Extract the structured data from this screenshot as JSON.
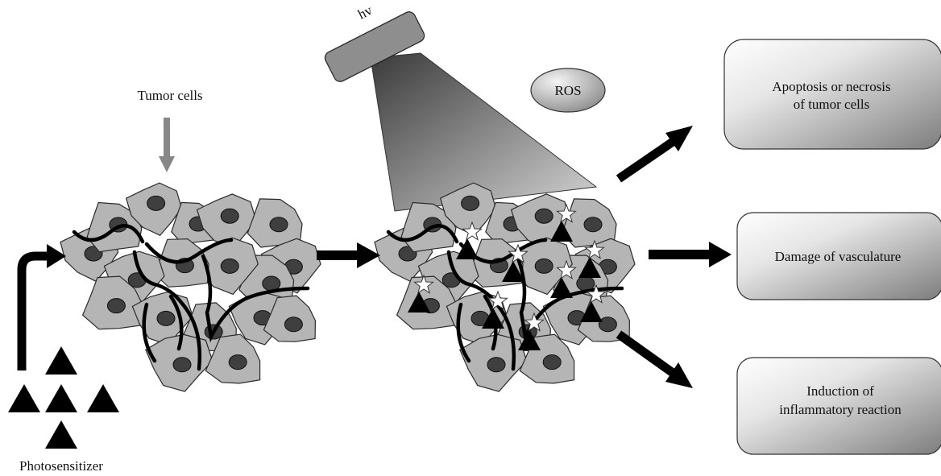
{
  "labels": {
    "tumor_cells": "Tumor cells",
    "photosensitizer": "Photosensitizer",
    "light_source": "hv",
    "ros": "ROS"
  },
  "outcomes": [
    {
      "lines": [
        "Apoptosis or necrosis",
        "of tumor cells"
      ]
    },
    {
      "lines": [
        "Damage of vasculature"
      ]
    },
    {
      "lines": [
        "Induction of",
        "inflammatory reaction"
      ]
    }
  ],
  "colors": {
    "cell_fill": "#b5b5b5",
    "nucleus_fill": "#3f3f3f",
    "arrow": "#000000",
    "tumor_arrow": "#888888",
    "box_gradient_top": "#ffffff",
    "box_gradient_bottom": "#7d7d7d"
  }
}
